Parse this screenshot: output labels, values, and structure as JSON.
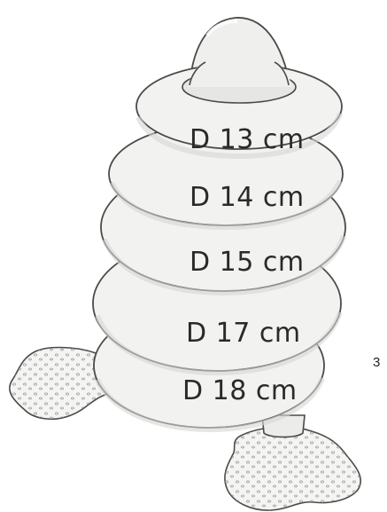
{
  "page_number": "3",
  "rings": [
    {
      "label": "D 13 cm"
    },
    {
      "label": "D 14 cm"
    },
    {
      "label": "D 15 cm"
    },
    {
      "label": "D 17 cm"
    },
    {
      "label": "D 18 cm"
    }
  ],
  "colors": {
    "ring_fill": "#f2f2f1",
    "ring_shadow": "#dededc",
    "outline": "#4a4a48",
    "puddle_fill": "#f4f4f3",
    "text": "#2a2a2a"
  },
  "icons": [
    "stacking-ring-toy",
    "puddle-left",
    "puddle-right"
  ]
}
